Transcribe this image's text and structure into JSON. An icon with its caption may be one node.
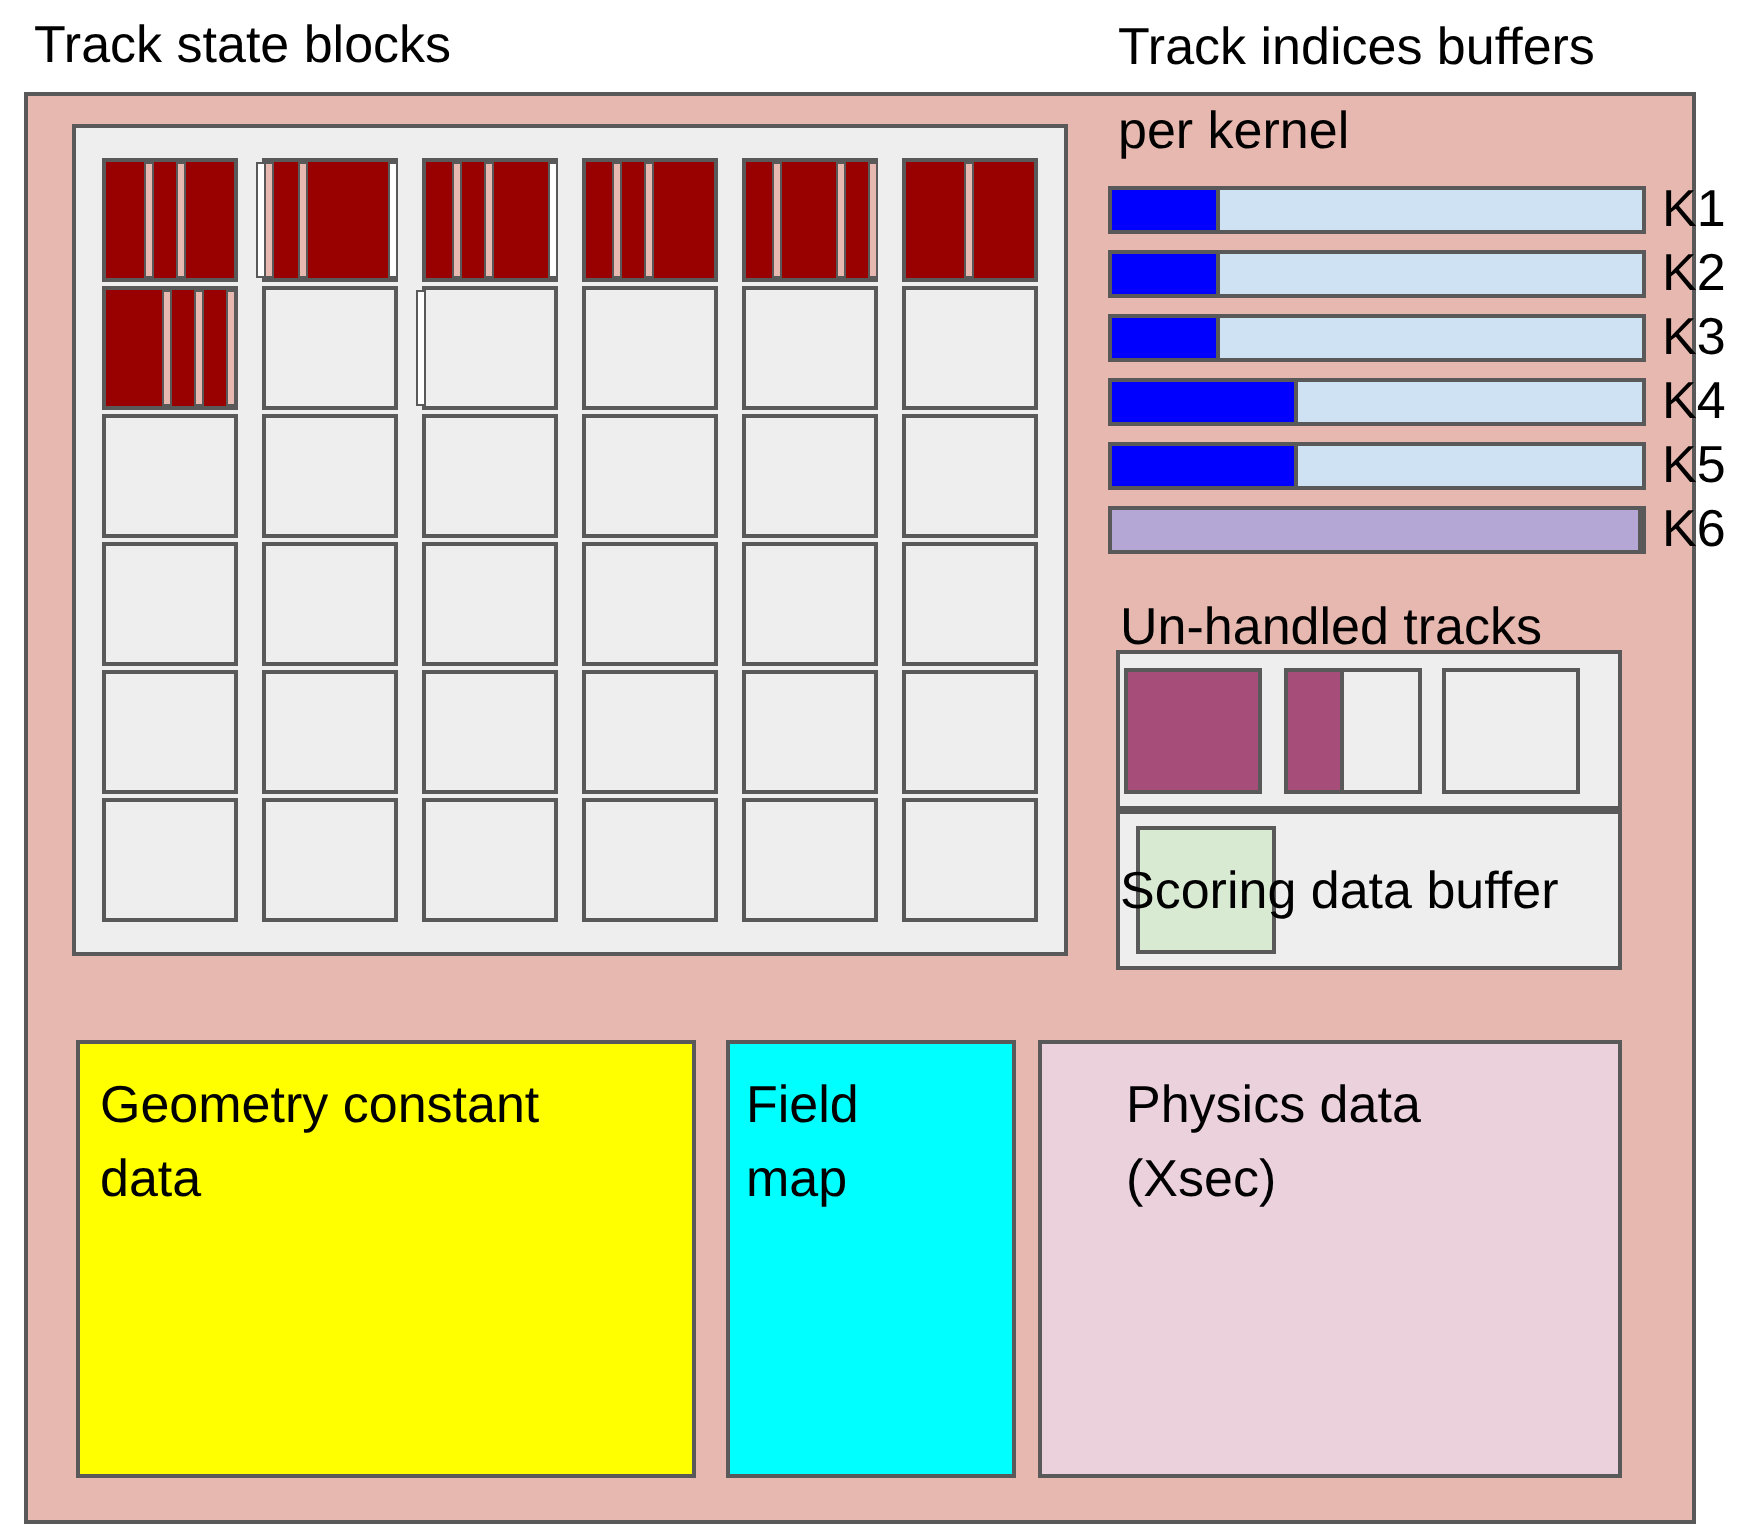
{
  "diagram": {
    "nodes": [
      {
        "text": [],
        "shape": "box"
      },
      {
        "text": [
          "Track state blocks"
        ],
        "in": 0
      },
      {
        "text": [],
        "shape": "box",
        "in": 1
      },
      {
        "text": [],
        "shape": "box",
        "in": 1
      },
      {
        "text": [],
        "shape": "box",
        "in": 1
      },
      {
        "text": [],
        "shape": "box",
        "in": 1
      },
      {
        "text": [],
        "shape": "box",
        "in": 1
      },
      {
        "text": [],
        "shape": "box",
        "in": 1
      },
      {
        "text": [],
        "shape": "box",
        "in": 1
      },
      {
        "text": [],
        "shape": "box",
        "in": 1
      },
      {
        "text": [],
        "shape": "box",
        "in": 1
      },
      {
        "text": [],
        "shape": "box",
        "in": 1
      },
      {
        "text": [],
        "shape": "box",
        "in": 1
      },
      {
        "text": [],
        "shape": "box",
        "in": 1
      },
      {
        "text": [],
        "shape": "box",
        "in": 1
      },
      {
        "text": [],
        "shape": "box",
        "in": 1
      },
      {
        "text": [],
        "shape": "box",
        "in": 1
      },
      {
        "text": [],
        "shape": "box",
        "in": 1
      },
      {
        "text": [],
        "shape": "box",
        "in": 1
      },
      {
        "text": [],
        "shape": "box",
        "in": 1
      },
      {
        "text": [],
        "shape": "box",
        "in": 1
      },
      {
        "text": [],
        "shape": "box",
        "in": 1
      },
      {
        "text": [],
        "shape": "box",
        "in": 1
      },
      {
        "text": [],
        "shape": "box",
        "in": 1
      },
      {
        "text": [],
        "shape": "box",
        "in": 1
      },
      {
        "text": [],
        "shape": "box",
        "in": 1
      },
      {
        "text": [],
        "shape": "box",
        "in": 1
      },
      {
        "text": [],
        "shape": "box",
        "in": 1
      },
      {
        "text": [],
        "shape": "box",
        "in": 1
      },
      {
        "text": [],
        "shape": "box",
        "in": 1
      },
      {
        "text": [],
        "shape": "box",
        "in": 1
      },
      {
        "text": [],
        "shape": "box",
        "in": 1
      },
      {
        "text": [],
        "shape": "box",
        "in": 1
      },
      {
        "text": [],
        "shape": "box",
        "in": 1
      },
      {
        "text": [],
        "shape": "box",
        "in": 1
      },
      {
        "text": [],
        "shape": "box",
        "in": 1
      },
      {
        "text": [],
        "shape": "box",
        "in": 1
      },
      {
        "text": [],
        "shape": "box",
        "in": 1
      },
      {
        "text": [],
        "shape": "bar",
        "beside": [
          "K1"
        ],
        "in": 0
      },
      {
        "text": [],
        "shape": "bar",
        "beside": [
          "K2"
        ],
        "in": 0
      },
      {
        "text": [],
        "shape": "bar",
        "beside": [
          "K3"
        ],
        "in": 0
      },
      {
        "text": [],
        "shape": "bar",
        "beside": [
          "K4"
        ],
        "in": 0
      },
      {
        "text": [],
        "shape": "bar",
        "beside": [
          "K5"
        ],
        "in": 0
      },
      {
        "text": [],
        "shape": "bar",
        "beside": [
          "K6"
        ],
        "in": 0
      },
      {
        "text": [
          "Un-handled tracks"
        ],
        "in": 0
      },
      {
        "text": [],
        "shape": "box",
        "in": 44
      },
      {
        "text": [],
        "shape": "box",
        "in": 44
      },
      {
        "text": [],
        "shape": "box",
        "in": 44
      },
      {
        "text": [
          "Scoring data buffer"
        ],
        "in": 0
      },
      {
        "text": [],
        "shape": "box",
        "in": 48
      },
      {
        "text": [
          "Geometry constant data"
        ],
        "in": 0
      },
      {
        "text": [
          "Field map"
        ],
        "in": 0
      },
      {
        "text": [
          "Physics data (Xsec)"
        ],
        "in": 0
      }
    ],
    "edges": [],
    "labels": [
      "Track indices buffers per kernel"
    ]
  }
}
